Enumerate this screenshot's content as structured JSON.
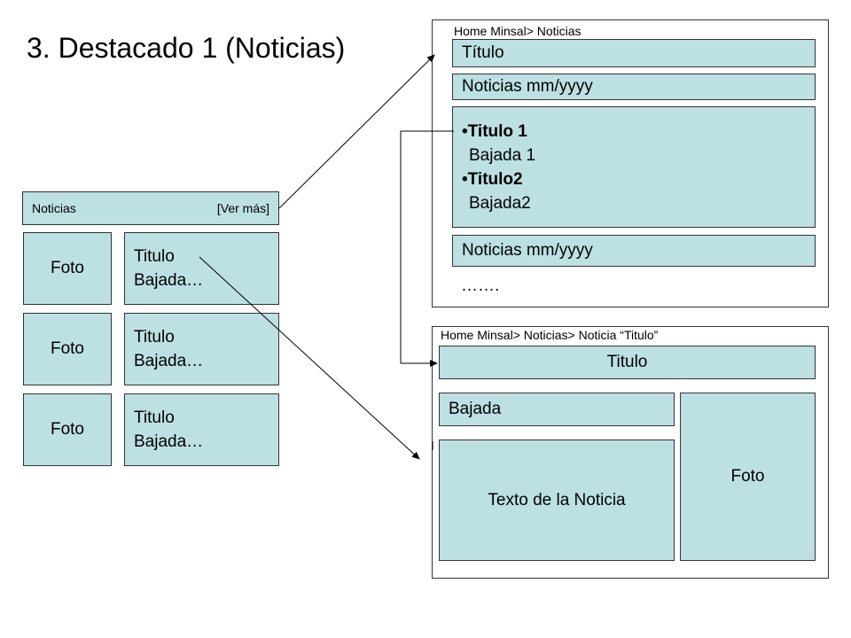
{
  "title": "3. Destacado 1 (Noticias)",
  "widget": {
    "header_label": "Noticias",
    "header_link": "[Ver más]",
    "items": [
      {
        "photo": "Foto",
        "title": "Titulo",
        "summary": "Bajada…"
      },
      {
        "photo": "Foto",
        "title": "Titulo",
        "summary": "Bajada…"
      },
      {
        "photo": "Foto",
        "title": "Titulo",
        "summary": "Bajada…"
      }
    ]
  },
  "list_page": {
    "breadcrumb": "Home Minsal> Noticias",
    "title": "Título",
    "month_header_1": "Noticias mm/yyyy",
    "entries": [
      {
        "title": "Titulo 1",
        "summary": "Bajada 1"
      },
      {
        "title": "Titulo2",
        "summary": "Bajada2"
      }
    ],
    "month_header_2": "Noticias mm/yyyy",
    "more": "……."
  },
  "detail_page": {
    "breadcrumb": "Home Minsal> Noticias> Noticia “Titulo”",
    "title": "Titulo",
    "summary": "Bajada",
    "body": "Texto de la Noticia",
    "photo": "Foto"
  },
  "colors": {
    "box_fill": "#bde0e3",
    "border": "#333333"
  }
}
